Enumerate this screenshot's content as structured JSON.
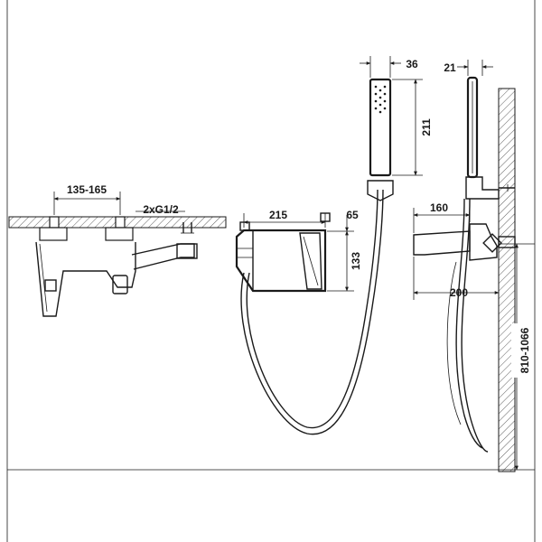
{
  "dimensions": {
    "hand_shower_width": "36",
    "hand_shower_length": "211",
    "rail_offset": "21",
    "valve_spacing": "135-165",
    "connection": "2xG1/2",
    "body_length": "215",
    "body_depth": "65",
    "body_height": "133",
    "spout_offset": "160",
    "spout_projection": "200",
    "mount_height": "810-1066"
  }
}
